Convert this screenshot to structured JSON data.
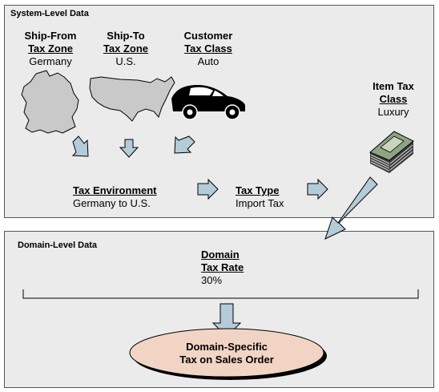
{
  "system_section": {
    "title": "System-Level Data"
  },
  "ship_from": {
    "line1": "Ship-From",
    "line2": "Tax Zone",
    "value": "Germany"
  },
  "ship_to": {
    "line1": "Ship-To",
    "line2": "Tax Zone",
    "value": "U.S."
  },
  "customer": {
    "line1": "Customer",
    "line2": "Tax Class",
    "value": "Auto"
  },
  "item": {
    "line1": "Item Tax",
    "line2": "Class",
    "value": "Luxury"
  },
  "tax_env": {
    "title": "Tax Environment",
    "value": "Germany to U.S."
  },
  "tax_type": {
    "title": "Tax Type",
    "value": "Import Tax"
  },
  "domain_section": {
    "title": "Domain-Level Data"
  },
  "domain_rate": {
    "line1": "Domain",
    "line2": "Tax Rate",
    "value": "30%"
  },
  "result": {
    "line1": "Domain-Specific",
    "line2": "Tax on Sales Order"
  },
  "colors": {
    "arrow_fill": "#b4cbd9",
    "oval_fill": "#f2d4c4",
    "panel_bg": "#ebebeb"
  },
  "icons": [
    "germany-map-icon",
    "usa-map-icon",
    "sports-car-icon",
    "money-stack-icon"
  ]
}
